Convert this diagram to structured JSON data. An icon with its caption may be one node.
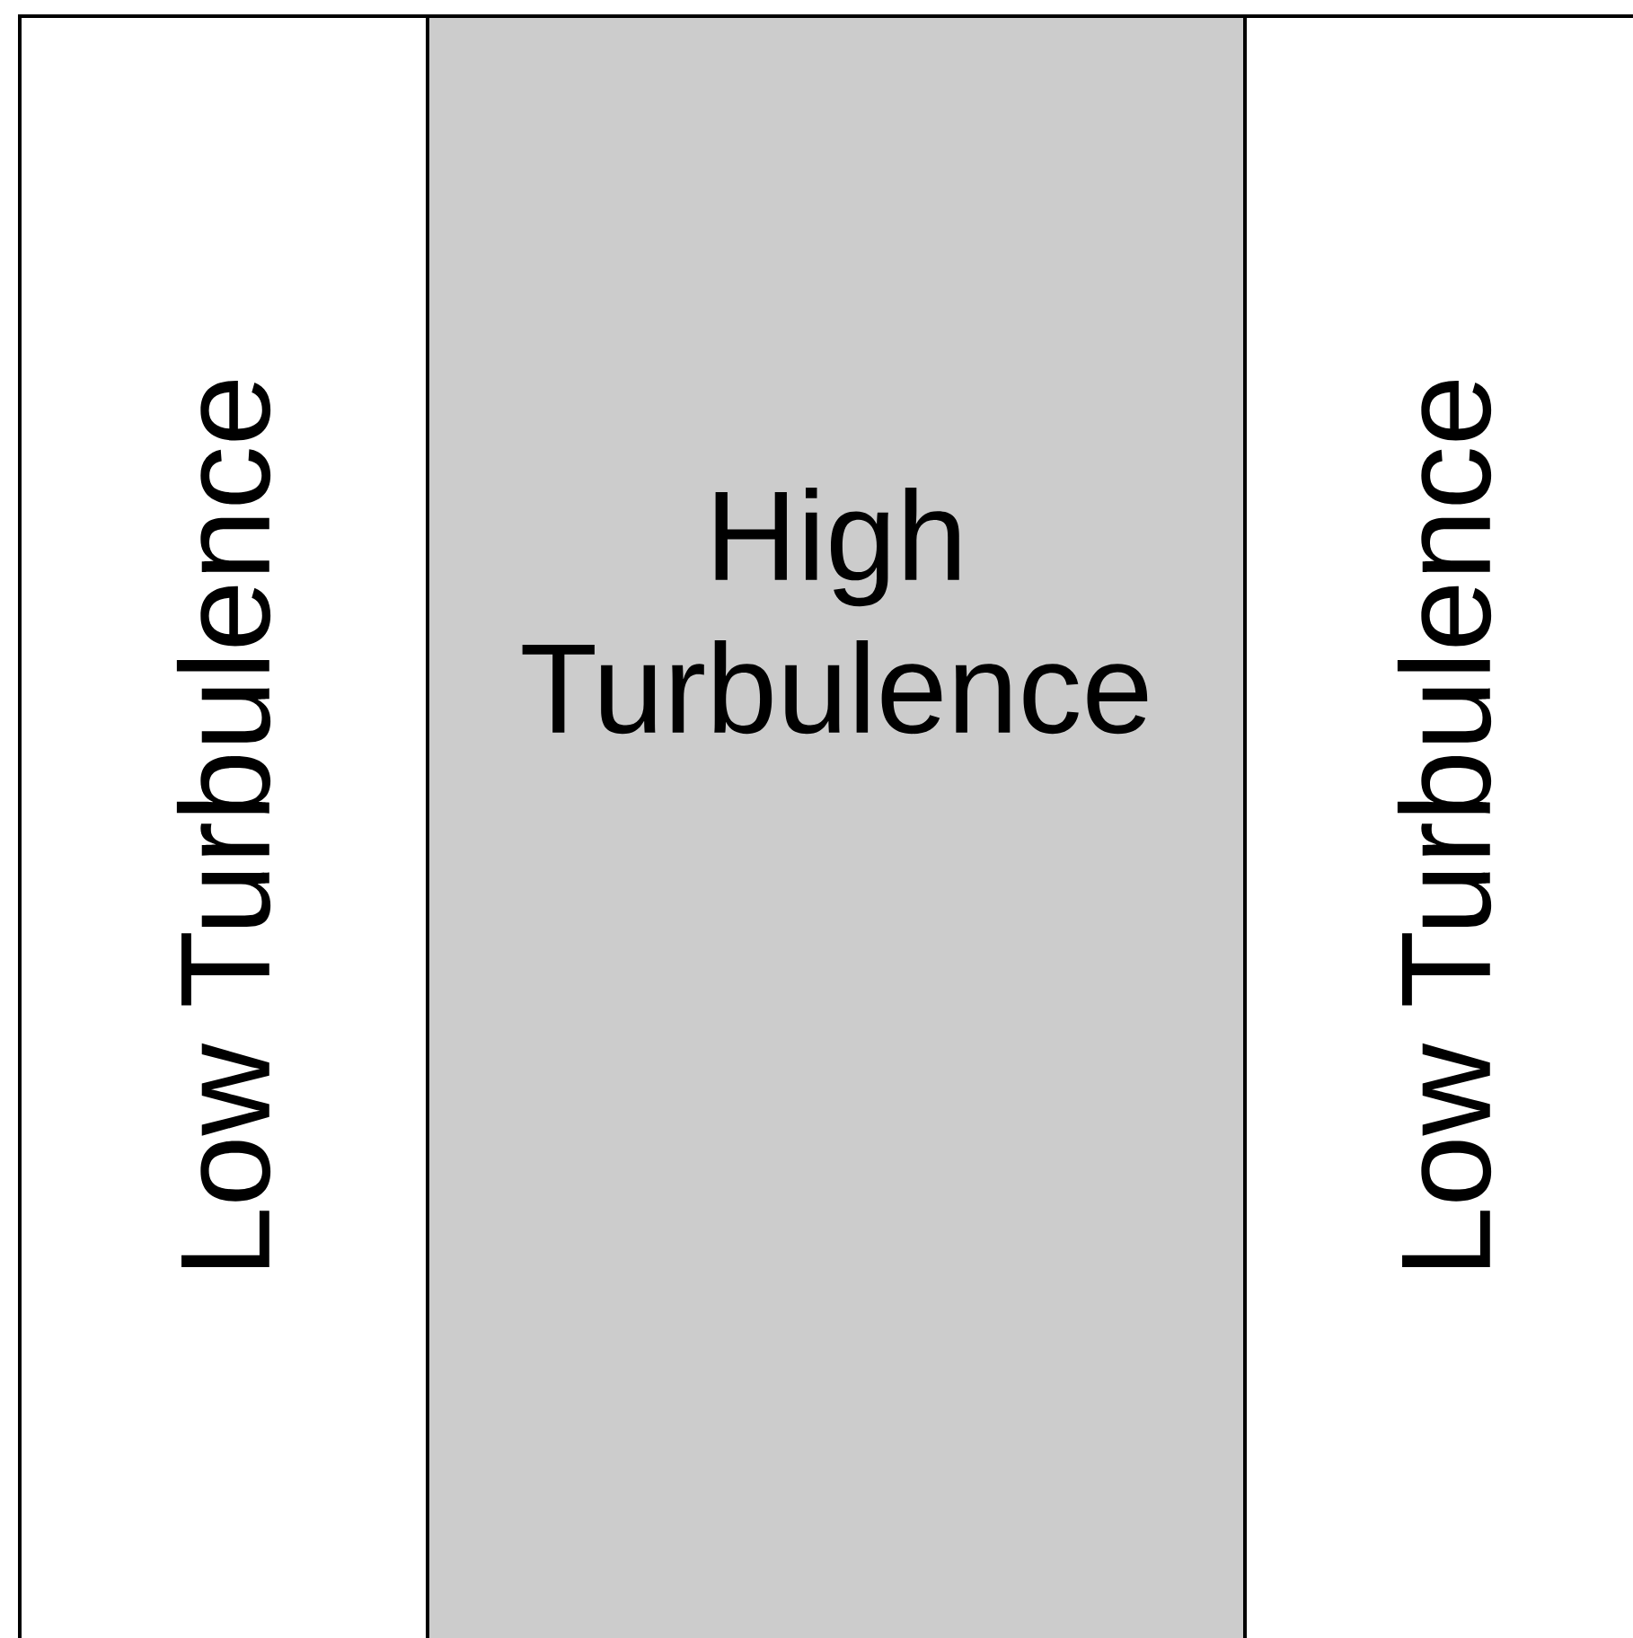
{
  "diagram": {
    "nodes": [
      {
        "text": [
          "Low Turbulence"
        ]
      },
      {
        "text": [
          "High Turbulence"
        ]
      },
      {
        "text": [
          "Low Turbulence"
        ]
      }
    ]
  }
}
